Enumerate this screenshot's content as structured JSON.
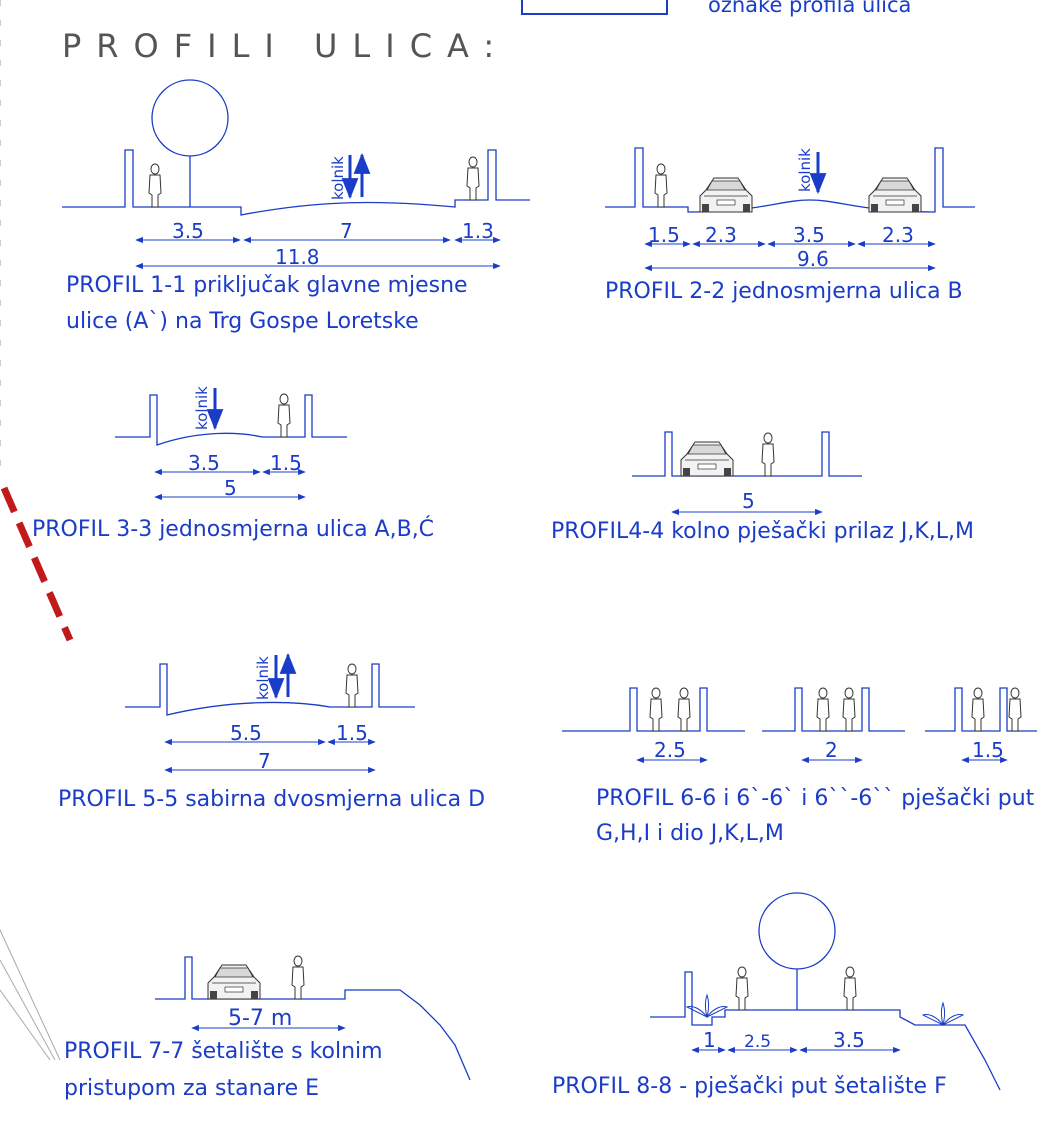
{
  "header": {
    "title": "PROFILI ULICA:",
    "legend_label": "oznake profila ulica"
  },
  "common": {
    "lane_label": "kolnik"
  },
  "profiles": [
    {
      "id": "p1",
      "caption_line1": "PROFIL 1-1 priključak glavne mjesne",
      "caption_line2": "ulice (A`) na Trg Gospe Loretske",
      "dims": [
        "3.5",
        "7",
        "1.3",
        "11.8"
      ]
    },
    {
      "id": "p2",
      "caption_line1": "PROFIL 2-2 jednosmjerna ulica B",
      "dims": [
        "1.5",
        "2.3",
        "3.5",
        "2.3",
        "9.6"
      ]
    },
    {
      "id": "p3",
      "caption_line1": "PROFIL 3-3 jednosmjerna ulica A,B,Ć",
      "dims": [
        "3.5",
        "1.5",
        "5"
      ]
    },
    {
      "id": "p4",
      "caption_line1": "PROFIL4-4 kolno pješački prilaz J,K,L,M",
      "dims": [
        "5"
      ]
    },
    {
      "id": "p5",
      "caption_line1": "PROFIL 5-5 sabirna dvosmjerna ulica D",
      "dims": [
        "5.5",
        "1.5",
        "7"
      ]
    },
    {
      "id": "p6",
      "caption_line1": "PROFIL 6-6 i 6`-6` i 6``-6`` pješački put",
      "caption_line2": "G,H,I   i dio J,K,L,M",
      "dims": [
        "2.5",
        "2",
        "1.5"
      ]
    },
    {
      "id": "p7",
      "caption_line1": "PROFIL 7-7 šetalište s kolnim",
      "caption_line2": "pristupom za stanare  E",
      "dims": [
        "5-7 m"
      ]
    },
    {
      "id": "p8",
      "caption_line1": "PROFIL 8-8 - pješački put šetalište F",
      "dims": [
        "1",
        "2.5",
        "3.5"
      ]
    }
  ],
  "colors": {
    "line": "#1a3cc8",
    "title": "#555555",
    "marker": "#c01a1a"
  }
}
